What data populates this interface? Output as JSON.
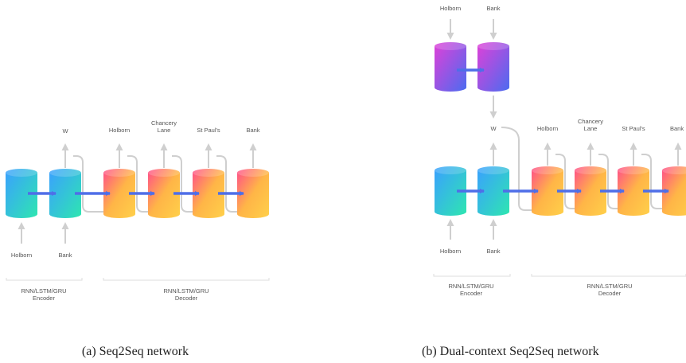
{
  "panel_a": {
    "input_labels": [
      "Holborn",
      "Bank"
    ],
    "w_label": "W",
    "output_labels": [
      "Holborn",
      "Chancery\nLane",
      "St Paul's",
      "Bank"
    ],
    "encoder_label": "RNN/LSTM/GRU\nEncoder",
    "decoder_label": "RNN/LSTM/GRU\nDecoder",
    "caption": "(a) Seq2Seq network"
  },
  "panel_b": {
    "context_input_labels": [
      "Holborn",
      "Bank"
    ],
    "input_labels": [
      "Holborn",
      "Bank"
    ],
    "w_label": "W",
    "output_labels": [
      "Holborn",
      "Chancery\nLane",
      "St Paul's",
      "Bank"
    ],
    "encoder_label": "RNN/LSTM/GRU\nEncoder",
    "decoder_label": "RNN/LSTM/GRU\nDecoder",
    "caption": "(b) Dual-context Seq2Seq network"
  },
  "colors": {
    "encoder": [
      "#3aa0ff",
      "#2ee6b0"
    ],
    "decoder": [
      "#ff4d8a",
      "#ffb547",
      "#ffd04a"
    ],
    "context": [
      "#e040d8",
      "#4a6cf0"
    ],
    "arrow_blue": "#4f6ee8",
    "arrow_gray": "#cfcfcf"
  }
}
